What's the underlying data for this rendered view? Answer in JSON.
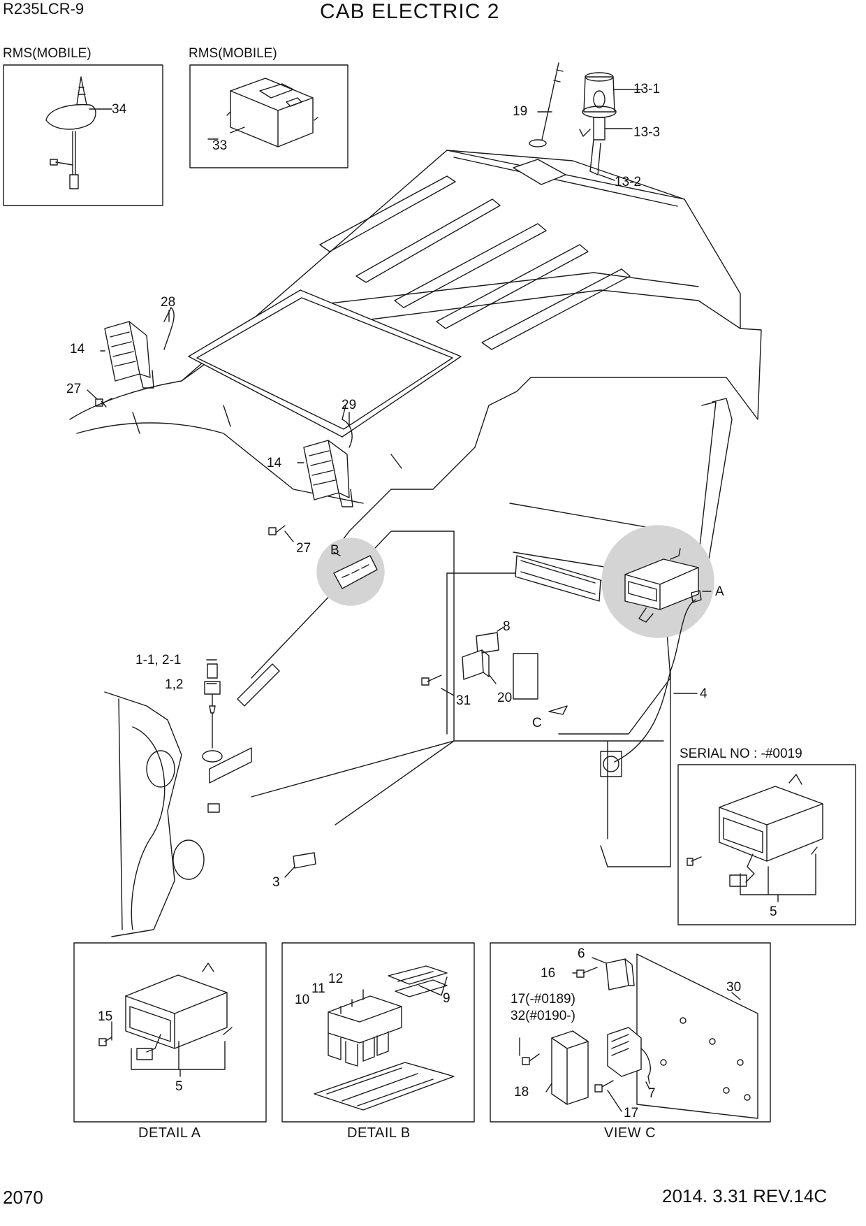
{
  "header": {
    "model": "R235LCR-9",
    "title": "CAB ELECTRIC 2"
  },
  "footer": {
    "page": "2070",
    "revision": "2014. 3.31  REV.14C"
  },
  "insets": {
    "rms_left": "RMS(MOBILE)",
    "rms_right": "RMS(MOBILE)",
    "serial": "SERIAL NO : -#0019"
  },
  "captions": {
    "detail_a": "DETAIL A",
    "detail_b": "DETAIL B",
    "view_c": "VIEW C"
  },
  "callouts": {
    "c34": "34",
    "c33": "33",
    "c19": "19",
    "c13_1": "13-1",
    "c13_3": "13-3",
    "c13_2": "13-2",
    "c28": "28",
    "c14a": "14",
    "c27a": "27",
    "c29": "29",
    "c14b": "14",
    "c27b": "27",
    "cB": "B",
    "cA": "A",
    "c8": "8",
    "c1_1": "1-1, 2-1",
    "c1_2": "1,2",
    "c31": "31",
    "c20": "20",
    "cC": "C",
    "c4": "4",
    "c3": "3",
    "c5_serial": "5",
    "c15": "15",
    "c5_a": "5",
    "c10": "10",
    "c11": "11",
    "c12": "12",
    "c9": "9",
    "c6": "6",
    "c16": "16",
    "c17a": "17(-#0189)",
    "c32": "32(#0190-)",
    "c30": "30",
    "c18": "18",
    "c7": "7",
    "c17b": "17"
  },
  "colors": {
    "line": "#1a1a1a",
    "shade": "#d4d4d4",
    "background": "#ffffff"
  }
}
